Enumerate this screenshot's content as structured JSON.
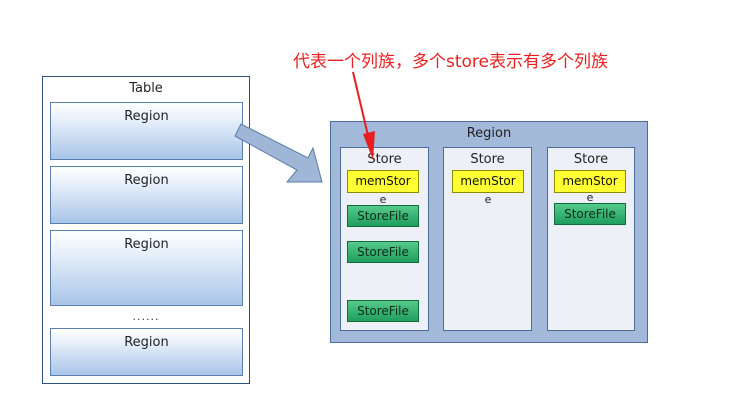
{
  "annotation": {
    "text": "代表一个列族，多个store表示有多个列族"
  },
  "table": {
    "title": "Table",
    "regions": [
      "Region",
      "Region",
      "Region",
      "Region"
    ],
    "ellipsis": "......"
  },
  "region_panel": {
    "title": "Region",
    "stores": [
      {
        "label": "Store",
        "memstore_top": "memStor",
        "memstore_bottom": "e",
        "storefiles": [
          "StoreFile",
          "StoreFile",
          "StoreFile"
        ]
      },
      {
        "label": "Store",
        "memstore_top": "memStor",
        "memstore_bottom": "e",
        "storefiles": []
      },
      {
        "label": "Store",
        "memstore_top": "memStor",
        "memstore_bottom": "e",
        "storefiles": [
          "StoreFile"
        ]
      }
    ]
  },
  "colors": {
    "annotation": "#e81f1f",
    "memstore": "#ffff33",
    "storefile": "#2bb36b",
    "panel": "#a3b9d9",
    "arrow": "#9fb6d6"
  }
}
